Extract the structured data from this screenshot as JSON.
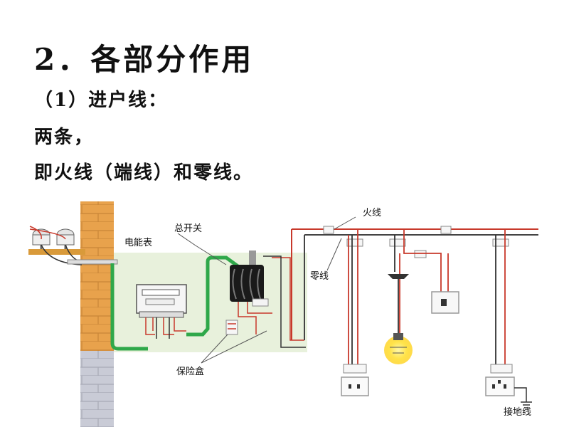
{
  "heading": "2．各部分作用",
  "lines": [
    "（1）进户线：",
    "两条，",
    "即火线（端线）和零线。"
  ],
  "labels": {
    "meter": "电能表",
    "main_switch": "总开关",
    "fuse_box": "保险盒",
    "live_wire": "火线",
    "neutral_wire": "零线",
    "ground_wire": "接地线"
  },
  "colors": {
    "live": "#c8392b",
    "neutral": "#333333",
    "ground": "#2fa84a",
    "brick": "#e6a04a",
    "panel_bg": "#e8f1dc"
  }
}
